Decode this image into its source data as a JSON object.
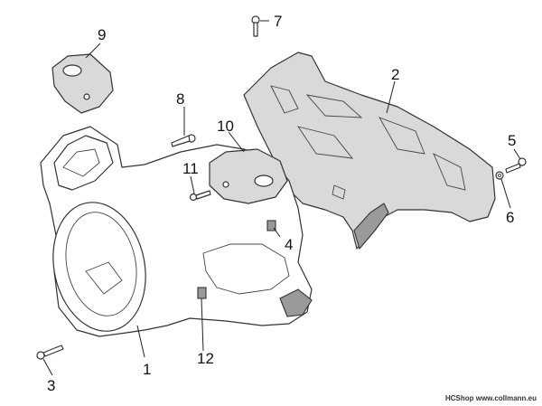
{
  "callouts": [
    "1",
    "2",
    "3",
    "4",
    "5",
    "6",
    "7",
    "8",
    "9",
    "10",
    "11",
    "12"
  ],
  "watermark": "HCShop www.collmann.eu"
}
